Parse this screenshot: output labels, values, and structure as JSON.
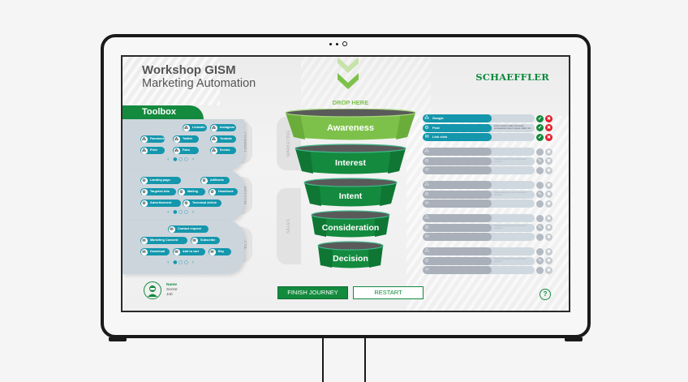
{
  "app": {
    "title_line1": "Workshop GISM",
    "title_line2": "Marketing Automation",
    "brand": "SCHAEFFLER"
  },
  "colors": {
    "brand_green": "#138a3e",
    "light_green": "#7dc14a",
    "teal": "#1497ad",
    "danger": "#e0202a"
  },
  "toolbox": {
    "title": "Toolbox",
    "panels": [
      {
        "tab": "CHANNEL",
        "icon": "share-icon",
        "items": [
          "LinkedIn",
          "Instagram",
          "Facebook",
          "Twitter",
          "Youtube",
          "Print",
          "Fairs",
          "Events"
        ],
        "pager": "‹ ●○○ ›"
      },
      {
        "tab": "MEDIUM",
        "icon": "gear-icon",
        "items": [
          "Landing page",
          "AdWords",
          "Targeted Ads",
          "Mailing",
          "Handbook",
          "Advertisement",
          "Technical Article"
        ],
        "pager": "‹ ●○○ ›"
      },
      {
        "tab": "CTA",
        "icon": "megaphone-icon",
        "items": [
          "Contact request",
          "Marketing Consent",
          "Subscribe",
          "Download",
          "Add to cart",
          "Buy"
        ],
        "pager": "‹ ●○○ ›"
      }
    ]
  },
  "user": {
    "name": "Name",
    "sector": "Sector",
    "job": "Job"
  },
  "zones": [
    "MARKETING",
    "SALES"
  ],
  "funnel": {
    "drop_label": "DROP HERE",
    "stages": [
      "Awareness",
      "Interest",
      "Intent",
      "Consideration",
      "Decision"
    ]
  },
  "actions": {
    "finish": "FINISH JOURNEY",
    "restart": "RESTART",
    "help": "?"
  },
  "journey": [
    {
      "stage": "Awareness",
      "active": true,
      "rows": [
        {
          "icon": "share-icon",
          "label": "Google",
          "note": ""
        },
        {
          "icon": "gear-icon",
          "label": "Post",
          "note": "Lorem ipsum dolor sit amet, consectetur ipsum ipsum dolor sit..."
        },
        {
          "icon": "megaphone-icon",
          "label": "Link click",
          "note": ""
        }
      ]
    },
    {
      "stage": "Interest",
      "active": false,
      "rows": [
        {
          "icon": "share-icon",
          "label": "",
          "note": ""
        },
        {
          "icon": "gear-icon",
          "label": "",
          "note": "Please specify your proposed content"
        },
        {
          "icon": "megaphone-icon",
          "label": "",
          "note": ""
        }
      ]
    },
    {
      "stage": "Intent",
      "active": false,
      "rows": [
        {
          "icon": "share-icon",
          "label": "",
          "note": ""
        },
        {
          "icon": "gear-icon",
          "label": "",
          "note": "Please specify your proposed content"
        },
        {
          "icon": "megaphone-icon",
          "label": "",
          "note": ""
        }
      ]
    },
    {
      "stage": "Consideration",
      "active": false,
      "rows": [
        {
          "icon": "share-icon",
          "label": "",
          "note": ""
        },
        {
          "icon": "gear-icon",
          "label": "",
          "note": "Please specify your proposed content"
        },
        {
          "icon": "megaphone-icon",
          "label": "",
          "note": ""
        }
      ]
    },
    {
      "stage": "Decision",
      "active": false,
      "rows": [
        {
          "icon": "share-icon",
          "label": "",
          "note": ""
        },
        {
          "icon": "gear-icon",
          "label": "",
          "note": "Please specify your proposed content"
        },
        {
          "icon": "megaphone-icon",
          "label": "",
          "note": ""
        }
      ]
    }
  ]
}
